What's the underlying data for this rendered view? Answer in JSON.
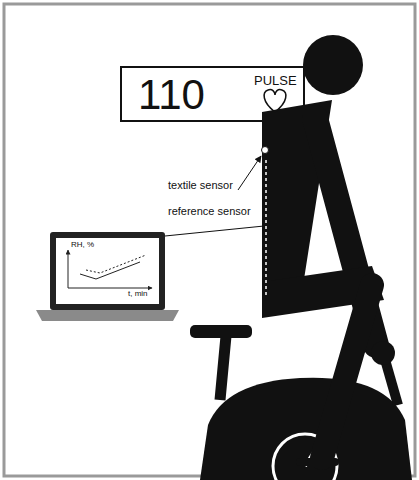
{
  "diagram": {
    "nodes": [
      {
        "text": [
          "110",
          "PULSE"
        ]
      },
      {
        "text": [
          "RH, %",
          "t, min"
        ]
      }
    ],
    "labels": [
      "textile sensor",
      "reference sensor"
    ]
  }
}
